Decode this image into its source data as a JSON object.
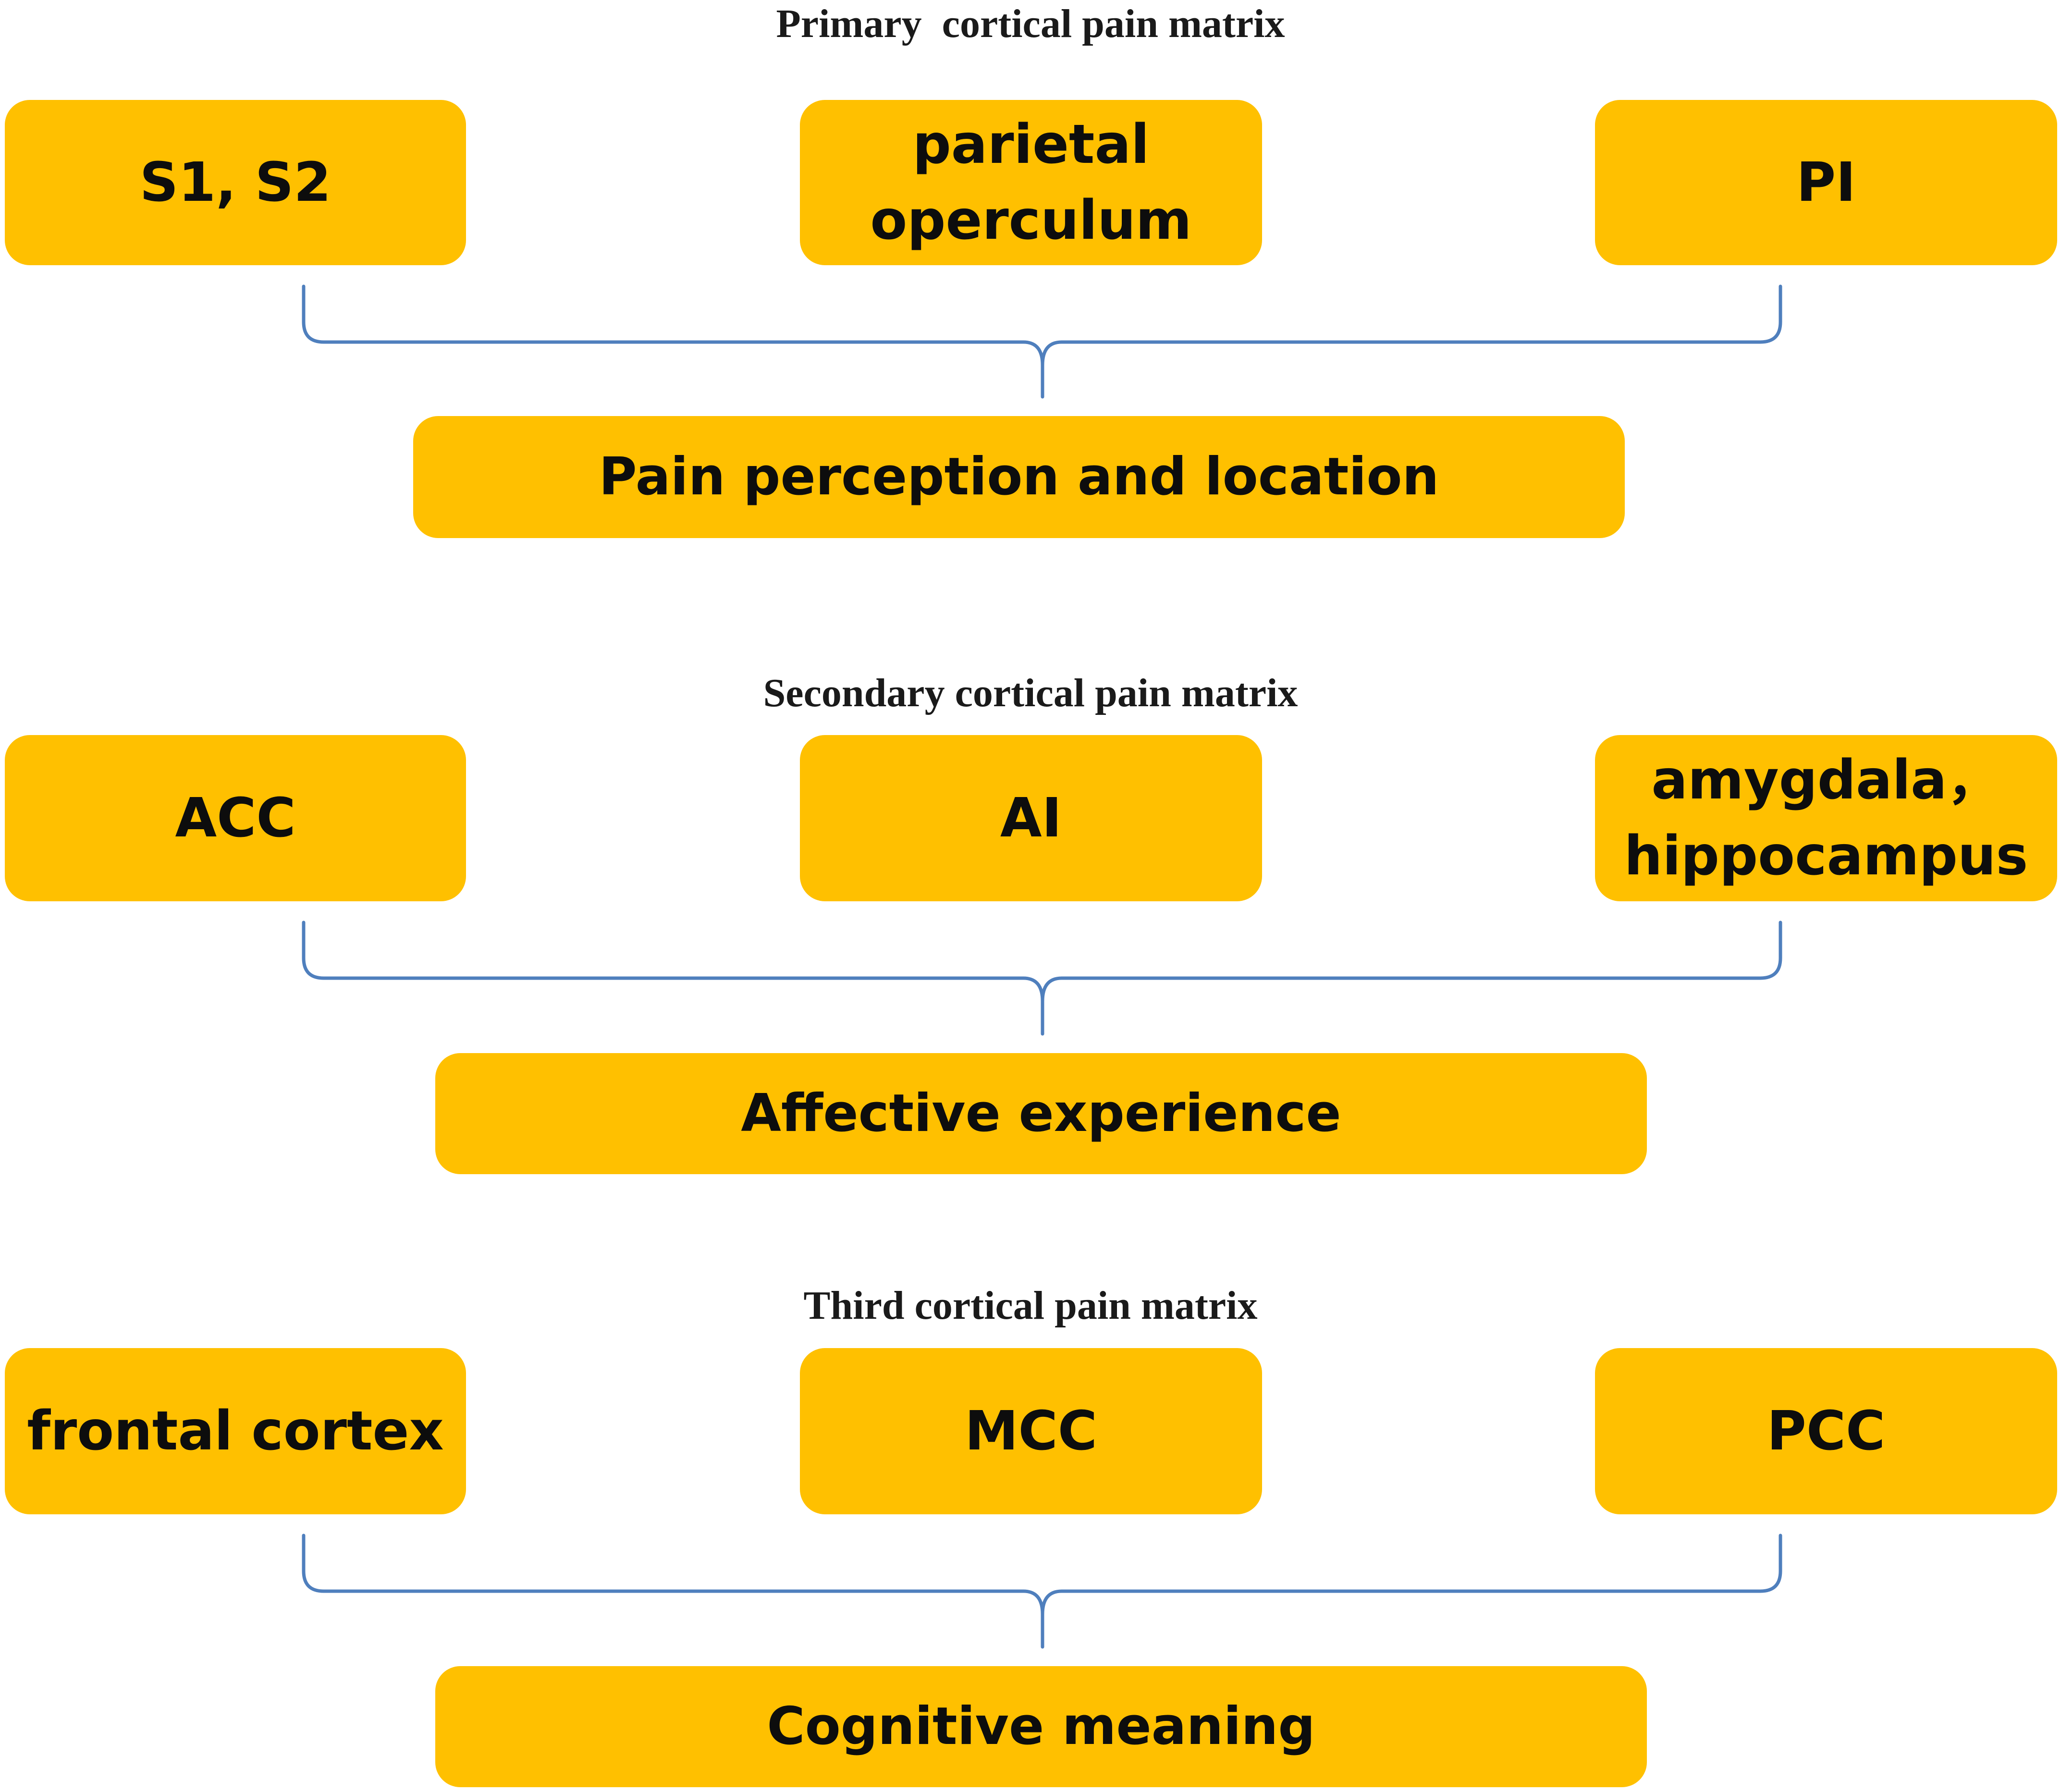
{
  "tiers": [
    {
      "title": "Primary  cortical pain matrix",
      "regions": [
        "S1, S2",
        "parietal\noperculum",
        "PI"
      ],
      "outcome": "Pain perception and location"
    },
    {
      "title": "Secondary cortical pain matrix",
      "regions": [
        "ACC",
        "AI",
        "amygdala，\nhippocampus"
      ],
      "outcome": "Affective experience"
    },
    {
      "title": "Third cortical pain matrix",
      "regions": [
        "frontal cortex",
        "MCC",
        "PCC"
      ],
      "outcome": "Cognitive meaning"
    }
  ],
  "colors": {
    "box_fill": "#ffc000",
    "brace_stroke": "#4f7fbd",
    "text": "#0d0d0d"
  }
}
